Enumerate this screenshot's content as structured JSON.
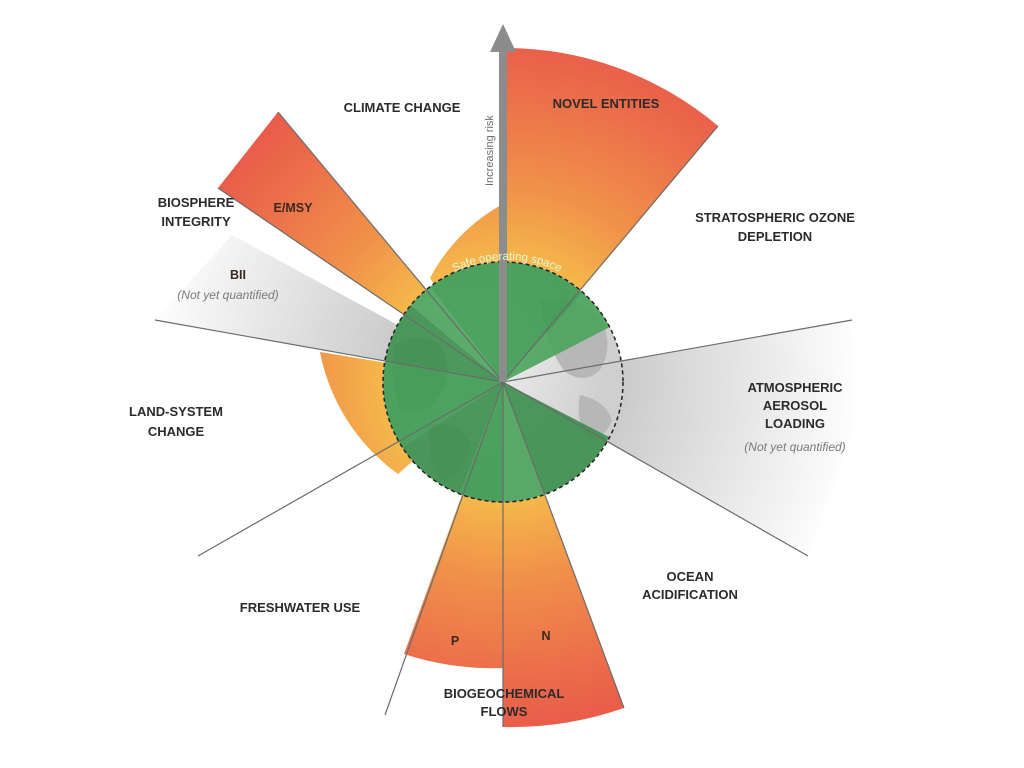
{
  "diagram": {
    "arrow_label": "Increasing risk",
    "safe_space_label": "Safe operating space",
    "colors": {
      "safe_green": "#3d9a50",
      "zone_orange": "#f2a94a",
      "zone_red": "#e8624a",
      "not_quantified_grey": "#d7d7d7",
      "divider": "#6b6b6b"
    },
    "boundaries": [
      {
        "name": "CLIMATE CHANGE"
      },
      {
        "name": "NOVEL ENTITIES"
      },
      {
        "name": "STRATOSPHERIC OZONE",
        "name2": "DEPLETION"
      },
      {
        "name": "ATMOSPHERIC",
        "name2": "AEROSOL",
        "name3": "LOADING",
        "note": "(Not yet quantified)"
      },
      {
        "name": "OCEAN",
        "name2": "ACIDIFICATION"
      },
      {
        "name": "BIOGEOCHEMICAL",
        "name2": "FLOWS",
        "controls": [
          "P",
          "N"
        ]
      },
      {
        "name": "FRESHWATER USE"
      },
      {
        "name": "LAND-SYSTEM",
        "name2": "CHANGE"
      },
      {
        "name": "BIOSPHERE",
        "name2": "INTEGRITY",
        "controls": [
          "E/MSY",
          "BII"
        ],
        "note": "(Not yet quantified)"
      }
    ]
  }
}
